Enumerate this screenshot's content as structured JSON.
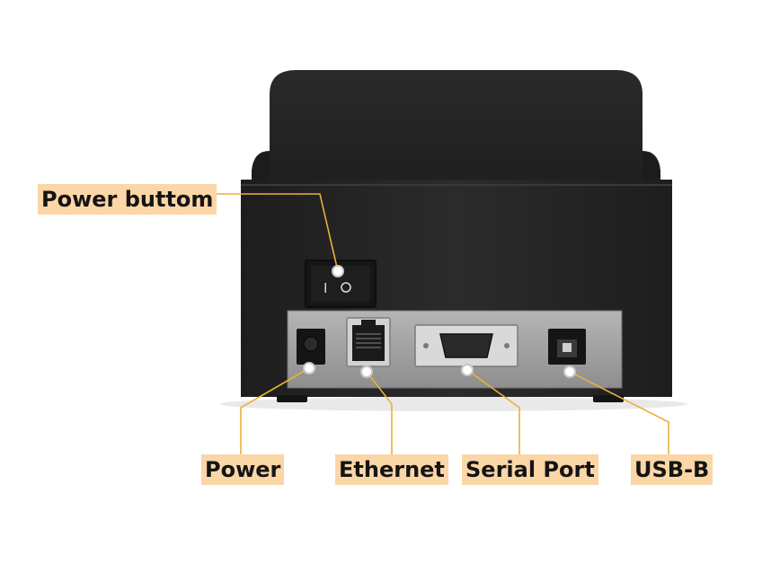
{
  "labels": {
    "power_button": "Power buttom",
    "power": "Power",
    "ethernet": "Ethernet",
    "serial_port": "Serial Port",
    "usb_b": "USB-B"
  },
  "colors": {
    "label_background": "#fbd6a6",
    "leader_line": "#e8b23a",
    "printer_body": "#262626",
    "port_panel": "#9a9a9a"
  },
  "icons": {
    "rocker_switch_on": "I",
    "rocker_switch_off": "O"
  }
}
